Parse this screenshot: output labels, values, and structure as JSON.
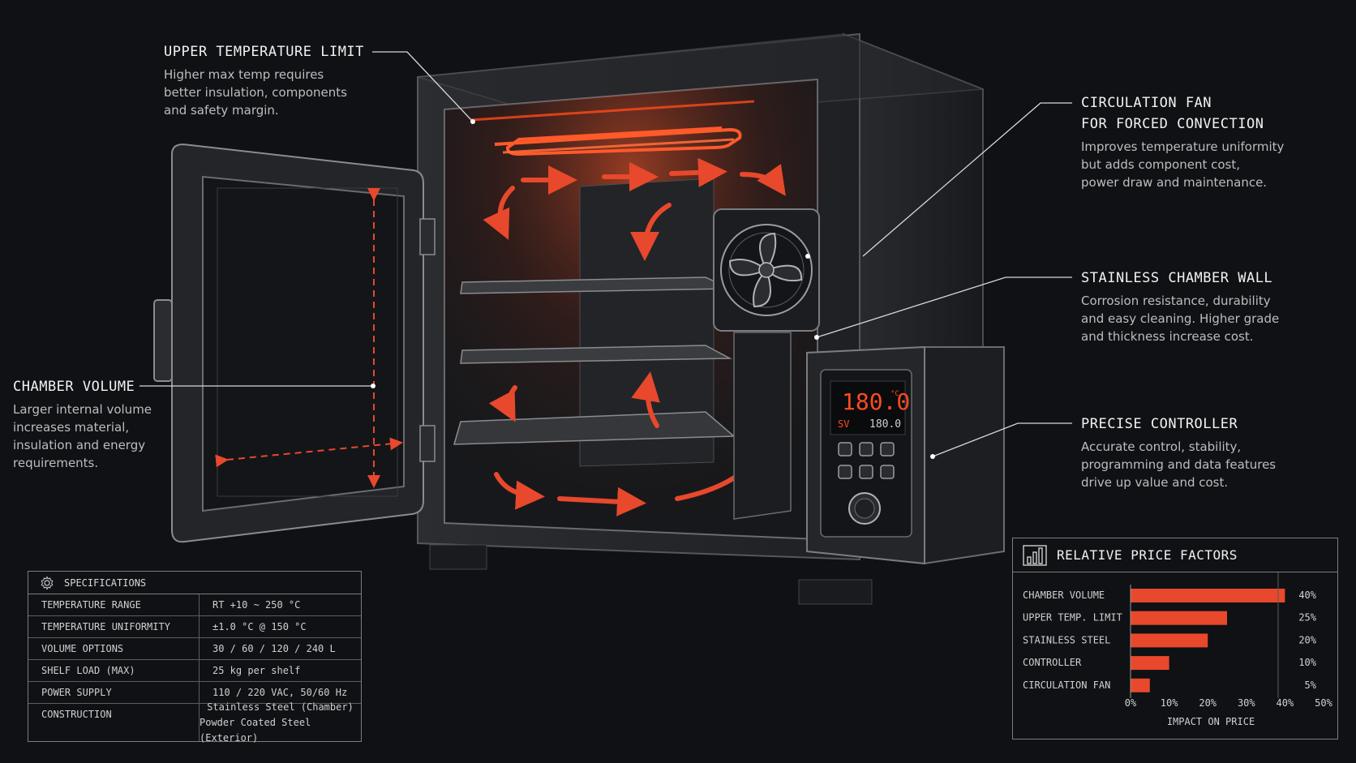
{
  "callouts": {
    "upper_temp": {
      "title": "UPPER TEMPERATURE LIMIT",
      "desc": "Higher max temp requires\nbetter insulation, components\nand safety margin."
    },
    "fan": {
      "title_line1": "CIRCULATION FAN",
      "title_line2": "FOR FORCED CONVECTION",
      "desc": "Improves temperature uniformity\nbut adds component cost,\npower draw and maintenance."
    },
    "wall": {
      "title": "STAINLESS CHAMBER WALL",
      "desc": "Corrosion resistance, durability\nand easy cleaning. Higher grade\nand thickness increase cost."
    },
    "controller": {
      "title": "PRECISE CONTROLLER",
      "desc": "Accurate control, stability,\nprogramming and data features\ndrive up value and cost."
    },
    "volume": {
      "title": "CHAMBER VOLUME",
      "desc": "Larger internal volume\nincreases material,\ninsulation and energy\nrequirements."
    }
  },
  "display": {
    "pv": "180.0",
    "unit": "°C",
    "sv_label": "SV",
    "sv": "180.0"
  },
  "specs": {
    "title": "SPECIFICATIONS",
    "rows": [
      {
        "k": "TEMPERATURE RANGE",
        "v": "RT +10 ~ 250 °C"
      },
      {
        "k": "TEMPERATURE UNIFORMITY",
        "v": "±1.0 °C @ 150 °C"
      },
      {
        "k": "VOLUME OPTIONS",
        "v": "30 / 60 / 120 / 240 L"
      },
      {
        "k": "SHELF LOAD (MAX)",
        "v": "25 kg per shelf"
      },
      {
        "k": "POWER SUPPLY",
        "v": "110 / 220 VAC, 50/60 Hz"
      }
    ],
    "construction": {
      "k": "CONSTRUCTION",
      "v1": "Stainless Steel (Chamber)",
      "v2": "Powder Coated Steel (Exterior)"
    }
  },
  "chart_data": {
    "type": "bar",
    "orientation": "horizontal",
    "title": "RELATIVE PRICE FACTORS",
    "categories": [
      "CHAMBER VOLUME",
      "UPPER TEMP. LIMIT",
      "STAINLESS STEEL",
      "CONTROLLER",
      "CIRCULATION FAN"
    ],
    "values": [
      40,
      25,
      20,
      10,
      5
    ],
    "value_labels": [
      "40%",
      "25%",
      "20%",
      "10%",
      "5%"
    ],
    "xticks": [
      "0%",
      "10%",
      "20%",
      "30%",
      "40%",
      "50%"
    ],
    "xlim": [
      0,
      50
    ],
    "xlabel": "IMPACT ON PRICE",
    "ylabel": "",
    "grid": false,
    "bar_color": "#e8482c"
  },
  "colors": {
    "accent": "#e8482c",
    "background": "#0f1114",
    "line": "#cfcfcf"
  }
}
